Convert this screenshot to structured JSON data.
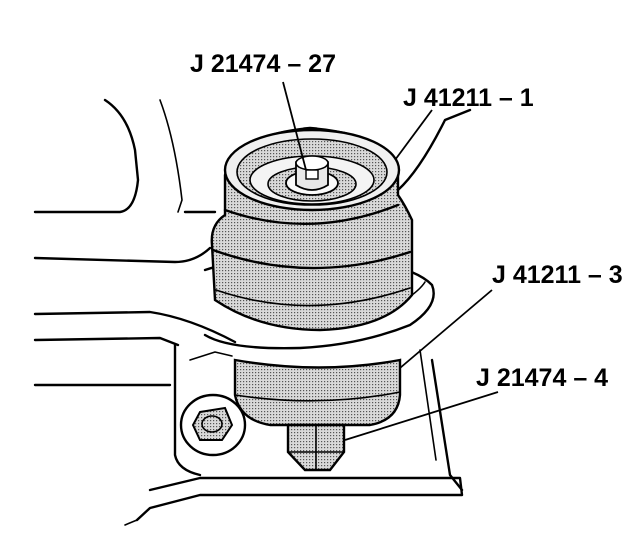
{
  "labels": {
    "top": "J 21474 – 27",
    "upper_right": "J 41211 – 1",
    "mid_right": "J 41211 – 3",
    "lower_right": "J 21474 – 4"
  },
  "colors": {
    "line": "#000000",
    "tool_fill": "#c8c8c8",
    "background": "#ffffff"
  }
}
